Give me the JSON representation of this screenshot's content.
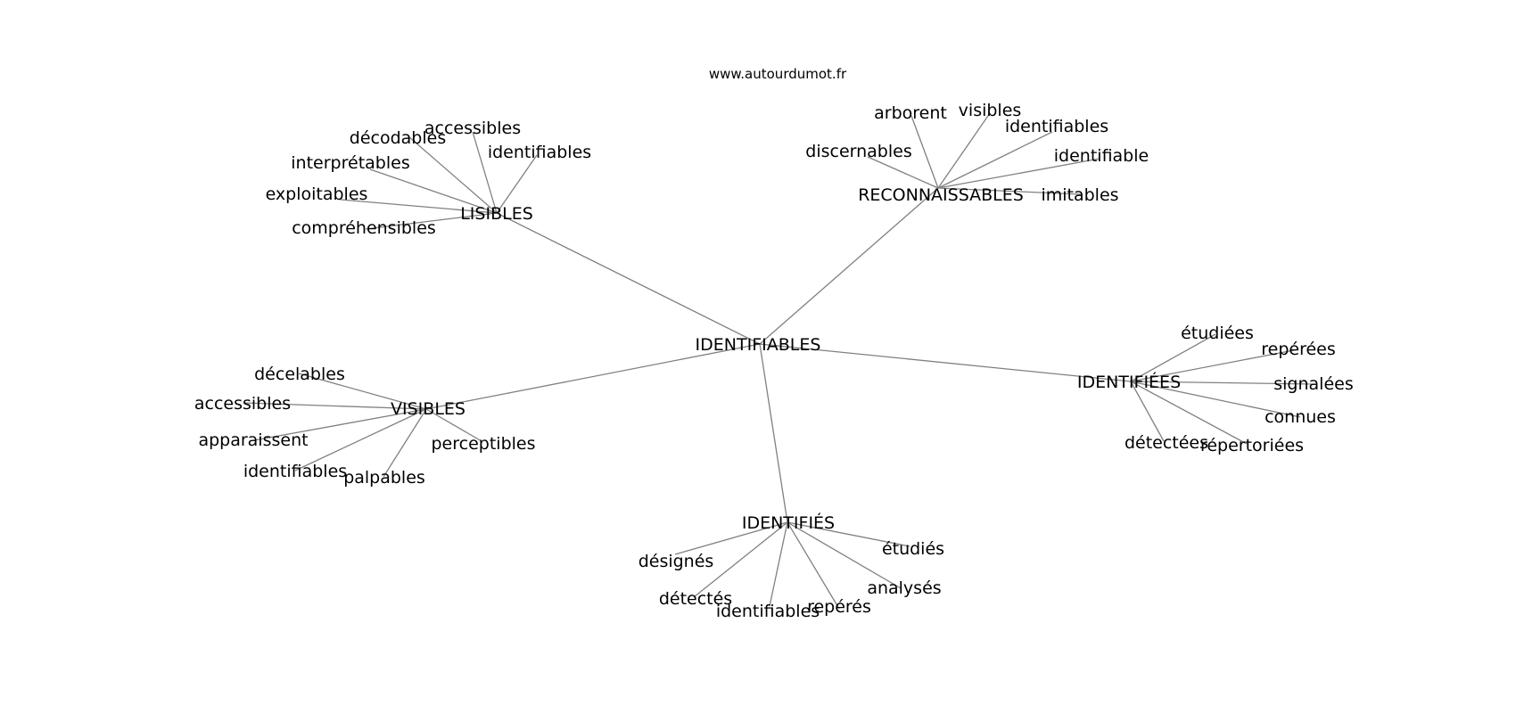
{
  "site": "www.autourdumot.fr",
  "colors": {
    "edge": "#808080",
    "text": "#000000",
    "background": "#ffffff"
  },
  "root": {
    "label": "IDENTIFIABLES"
  },
  "clusters": [
    {
      "id": "lisibles",
      "label": "LISIBLES",
      "leaves": [
        "accessibles",
        "décodables",
        "identifiables",
        "interprétables",
        "exploitables",
        "compréhensibles"
      ]
    },
    {
      "id": "reconnaissables",
      "label": "RECONNAISSABLES",
      "leaves": [
        "arborent",
        "visibles",
        "identifiables",
        "discernables",
        "identifiable",
        "imitables"
      ]
    },
    {
      "id": "identifiees",
      "label": "IDENTIFIÉES",
      "leaves": [
        "étudiées",
        "repérées",
        "signalées",
        "connues",
        "détectées",
        "répertoriées"
      ]
    },
    {
      "id": "visibles",
      "label": "VISIBLES",
      "leaves": [
        "décelables",
        "accessibles",
        "apparaissent",
        "identifiables",
        "palpables",
        "perceptibles"
      ]
    },
    {
      "id": "identifies",
      "label": "IDENTIFIÉS",
      "leaves": [
        "désignés",
        "étudiés",
        "analysés",
        "détectés",
        "identifiables",
        "repérés"
      ]
    }
  ]
}
